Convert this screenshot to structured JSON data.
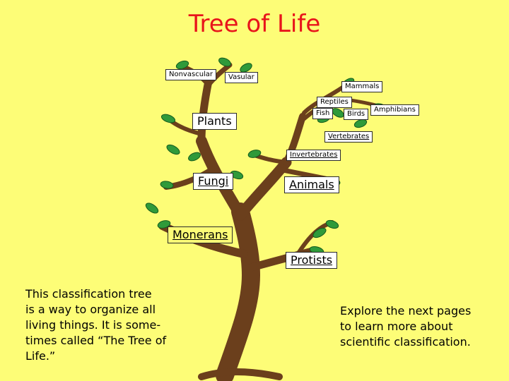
{
  "title": "Tree of Life",
  "labels": {
    "nonvascular": "Nonvascular",
    "vasular": "Vasular",
    "mammals": "Mammals",
    "reptiles": "Reptiles",
    "fish": "Fish",
    "birds": "Birds",
    "amphibians": "Amphibians",
    "plants": "Plants",
    "vertebrates": "Vertebrates",
    "invertebrates": "Invertebrates",
    "fungi": "Fungi",
    "animals": "Animals",
    "monerans": "Monerans",
    "protists": "Protists"
  },
  "notes": {
    "left_lines": [
      "This classification tree",
      "is a way to organize all",
      "living things. It is some-",
      "times called “The Tree of",
      "Life.”"
    ],
    "right_lines": [
      "Explore the next pages",
      "to learn more about",
      "scientific classification."
    ]
  },
  "colors": {
    "background": "#fdfd77",
    "title": "#e8141b",
    "trunk": "#6b3f1c",
    "leaf": "#2f9a3a"
  }
}
